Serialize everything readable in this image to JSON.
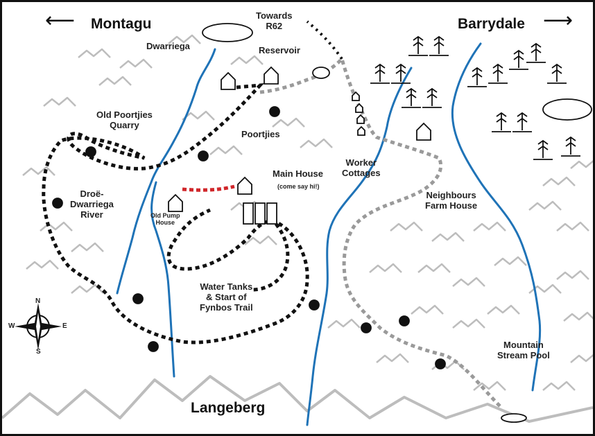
{
  "places": {
    "montagu": "Montagu",
    "barrydale": "Barrydale",
    "langeberg": "Langeberg",
    "towards_r62": "Towards\nR62",
    "dwarriega": "Dwarriega",
    "reservoir": "Reservoir",
    "old_quarry": "Old Poortjies\nQuarry",
    "poortjies": "Poortjies",
    "main_house": "Main House",
    "come_say_hi": "(come say hi!)",
    "droe_river": "Droë-\nDwarriega\nRiver",
    "old_pump_house": "Old Pump\nHouse",
    "worker_cottages": "Worker\nCottages",
    "neighbours_farm": "Neighbours\nFarm House",
    "water_tanks": "Water Tanks\n& Start of\nFynbos Trail",
    "mountain_pool": "Mountain\nStream Pool"
  },
  "compass": {
    "n": "N",
    "s": "S",
    "e": "E",
    "w": "W"
  },
  "arrows": {
    "left": "⟵",
    "right": "⟶"
  },
  "colors": {
    "river": "#1f73b7",
    "trail_black": "#111111",
    "trail_grey": "#9a9a9a",
    "trail_red": "#d0262a",
    "mountain": "#bdbdbd"
  }
}
